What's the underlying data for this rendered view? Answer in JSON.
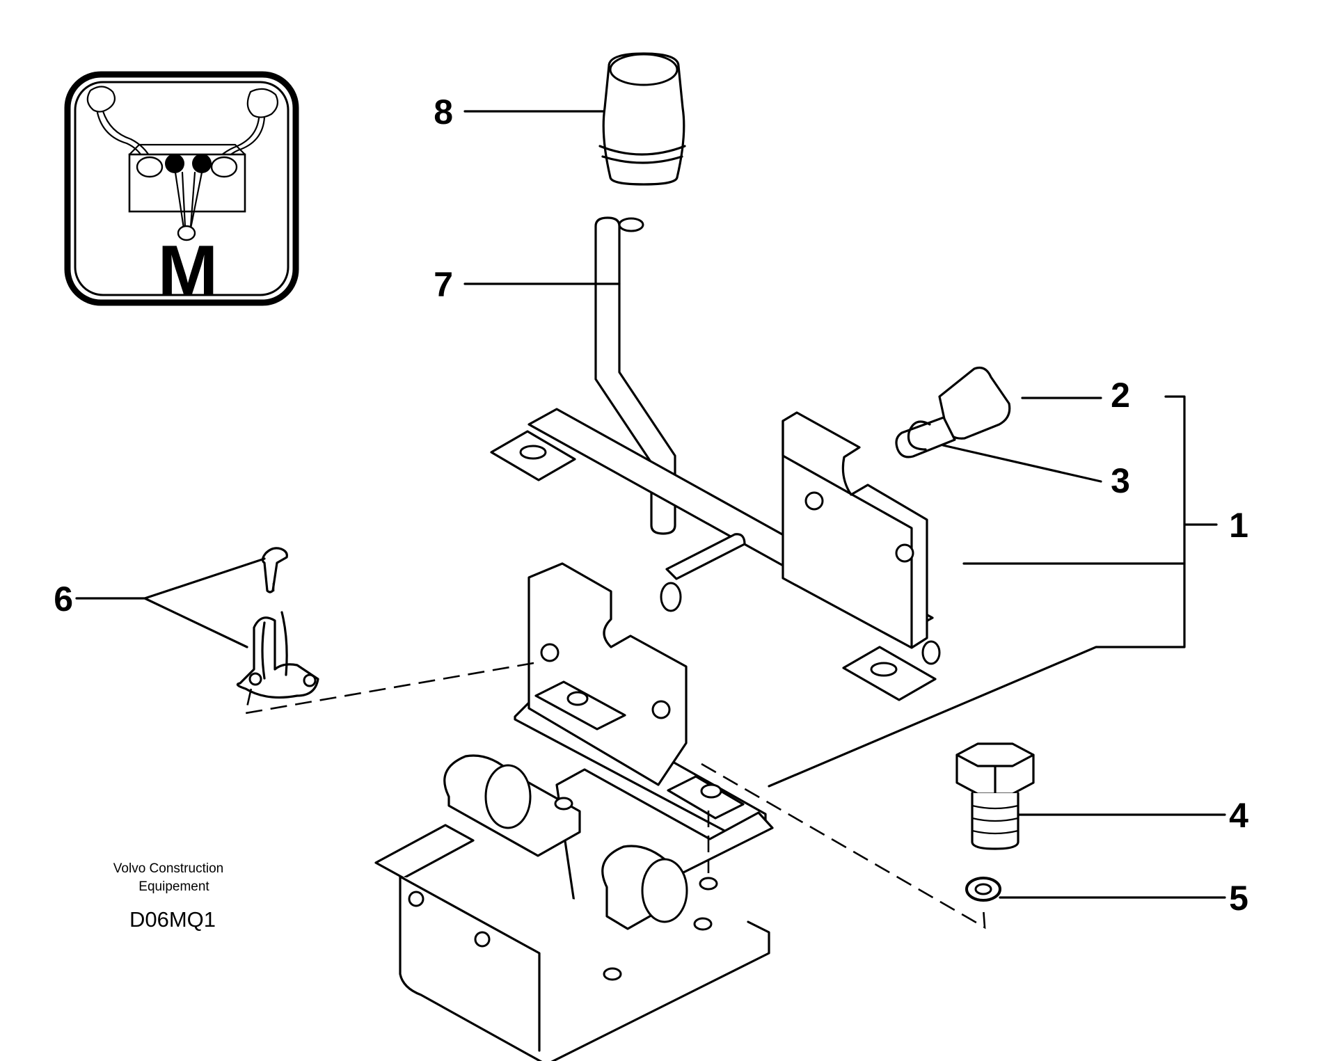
{
  "icon": {
    "letter": "M",
    "name": "control-levers-icon"
  },
  "callouts": [
    {
      "id": "1",
      "label": "1"
    },
    {
      "id": "2",
      "label": "2"
    },
    {
      "id": "3",
      "label": "3"
    },
    {
      "id": "4",
      "label": "4"
    },
    {
      "id": "5",
      "label": "5"
    },
    {
      "id": "6",
      "label": "6"
    },
    {
      "id": "7",
      "label": "7"
    },
    {
      "id": "8",
      "label": "8"
    }
  ],
  "credit": {
    "line1": "Volvo Construction",
    "line2": "Equipement",
    "code": "D06MQ1"
  }
}
